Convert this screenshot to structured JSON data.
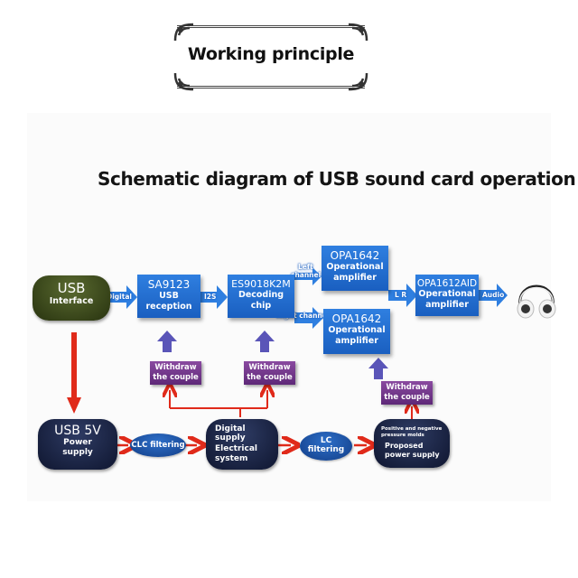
{
  "header": {
    "title": "Working principle"
  },
  "diagram": {
    "title": "Schematic diagram of USB sound card operation",
    "usb_interface": {
      "line1": "USB",
      "line2": "Interface"
    },
    "sa9123": {
      "line1": "SA9123",
      "line2": "USB",
      "line3": "reception"
    },
    "es9018": {
      "line1": "ES9018K2M",
      "line2": "Decoding",
      "line3": "chip"
    },
    "opa_top": {
      "line1": "OPA1642",
      "line2": "Operational",
      "line3": "amplifier"
    },
    "opa_bottom": {
      "line1": "OPA1642",
      "line2": "Operational",
      "line3": "amplifier"
    },
    "opa1612": {
      "line1": "OPA1612AID",
      "line2": "Operational",
      "line3": "amplifier"
    },
    "arrow_labels": {
      "digital": "Digital",
      "i2s": "I2S",
      "left": "Left",
      "left_channel": "channel",
      "right_channel": "Right channel",
      "lr": "L R",
      "audio": "Audio"
    },
    "withdraw": {
      "line1": "Withdraw",
      "line2": "the couple"
    },
    "usb5v": {
      "line1": "USB 5V",
      "line2": "Power",
      "line3": "supply"
    },
    "clc": "CLC filtering",
    "digital_supply": {
      "line1": "Digital supply",
      "line2": "Electrical",
      "line3": "system"
    },
    "lc": {
      "line1": "LC",
      "line2": "filtering"
    },
    "proposed": {
      "line1": "Positive and negative",
      "line2": "pressure molds",
      "line3": "Proposed",
      "line4": "power supply"
    },
    "colors": {
      "chip_blue": "#1f6fd6",
      "purple": "#6b3386",
      "usb_green": "#3b4a1c",
      "navy": "#15204a",
      "red_arrow": "#e02a1a",
      "purple_arrow": "#5a55b8"
    }
  }
}
